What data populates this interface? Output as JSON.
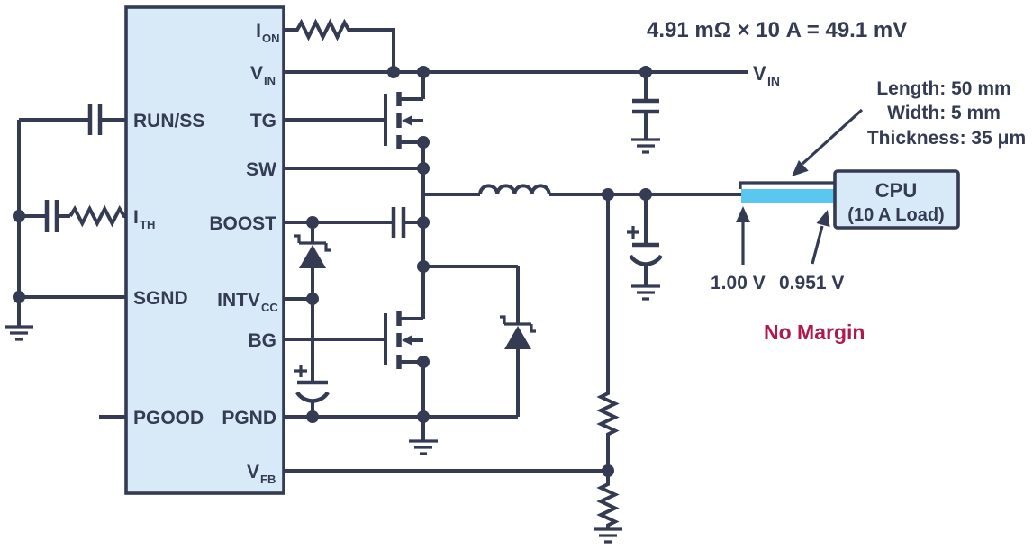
{
  "colors": {
    "line": "#343b53",
    "ic_fill": "#d8eaf8",
    "trace_copper": "#59c7ef",
    "alert_text": "#ae1a4d",
    "background": "#ffffff"
  },
  "annotations": {
    "formula": "4.91 mΩ × 10 A = 49.1 mV",
    "margin_status": "No Margin"
  },
  "vin_rail": {
    "main": "V",
    "sub": "IN"
  },
  "pcb_trace": {
    "length": "Length: 50 mm",
    "width": "Width: 5 mm",
    "thickness": "Thickness: 35 μm"
  },
  "voltages": {
    "source": "1.00 V",
    "load": "0.951 V"
  },
  "cpu": {
    "name": "CPU",
    "load": "(10 A Load)"
  },
  "ic": {
    "pins_left": {
      "run_ss": {
        "label": "RUN/SS"
      },
      "ith": {
        "main": "I",
        "sub": "TH"
      },
      "sgnd": {
        "label": "SGND"
      },
      "pgood": {
        "label": "PGOOD"
      }
    },
    "pins_right": {
      "ion": {
        "main": "I",
        "sub": "ON"
      },
      "vin": {
        "main": "V",
        "sub": "IN"
      },
      "tg": {
        "label": "TG"
      },
      "sw": {
        "label": "SW"
      },
      "boost": {
        "label": "BOOST"
      },
      "intvcc": {
        "main": "INTV",
        "sub": "CC"
      },
      "bg": {
        "label": "BG"
      },
      "pgnd": {
        "label": "PGND"
      },
      "vfb": {
        "main": "V",
        "sub": "FB"
      }
    }
  }
}
